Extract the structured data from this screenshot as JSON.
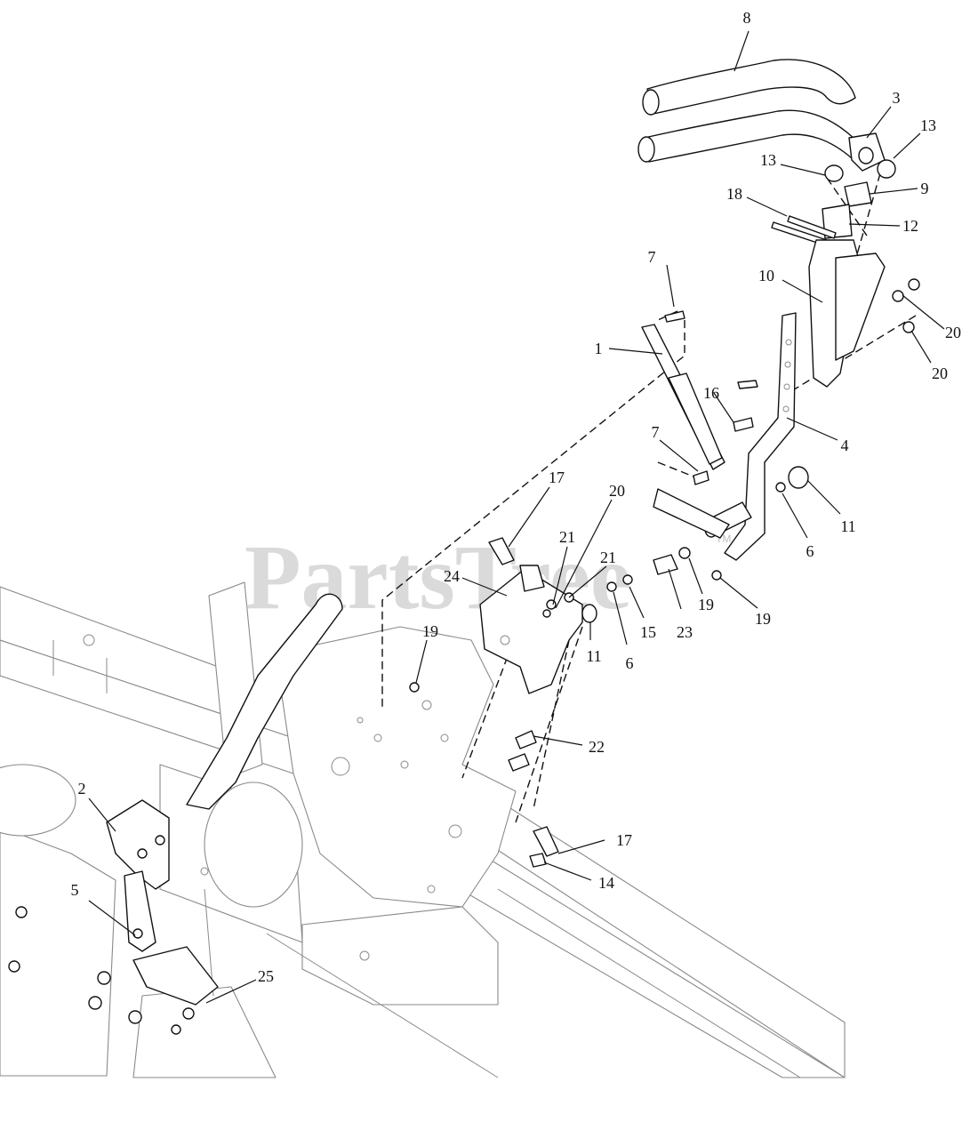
{
  "watermark": {
    "text": "PartsTree",
    "mark": "TM"
  },
  "callouts": [
    {
      "label": "8"
    },
    {
      "label": "3"
    },
    {
      "label": "13"
    },
    {
      "label": "13"
    },
    {
      "label": "9"
    },
    {
      "label": "18"
    },
    {
      "label": "12"
    },
    {
      "label": "7"
    },
    {
      "label": "10"
    },
    {
      "label": "20"
    },
    {
      "label": "20"
    },
    {
      "label": "1"
    },
    {
      "label": "16"
    },
    {
      "label": "4"
    },
    {
      "label": "7"
    },
    {
      "label": "11"
    },
    {
      "label": "17"
    },
    {
      "label": "20"
    },
    {
      "label": "6"
    },
    {
      "label": "21"
    },
    {
      "label": "21"
    },
    {
      "label": "24"
    },
    {
      "label": "19"
    },
    {
      "label": "19"
    },
    {
      "label": "15"
    },
    {
      "label": "23"
    },
    {
      "label": "19"
    },
    {
      "label": "11"
    },
    {
      "label": "6"
    },
    {
      "label": "22"
    },
    {
      "label": "2"
    },
    {
      "label": "17"
    },
    {
      "label": "14"
    },
    {
      "label": "5"
    },
    {
      "label": "25"
    }
  ]
}
